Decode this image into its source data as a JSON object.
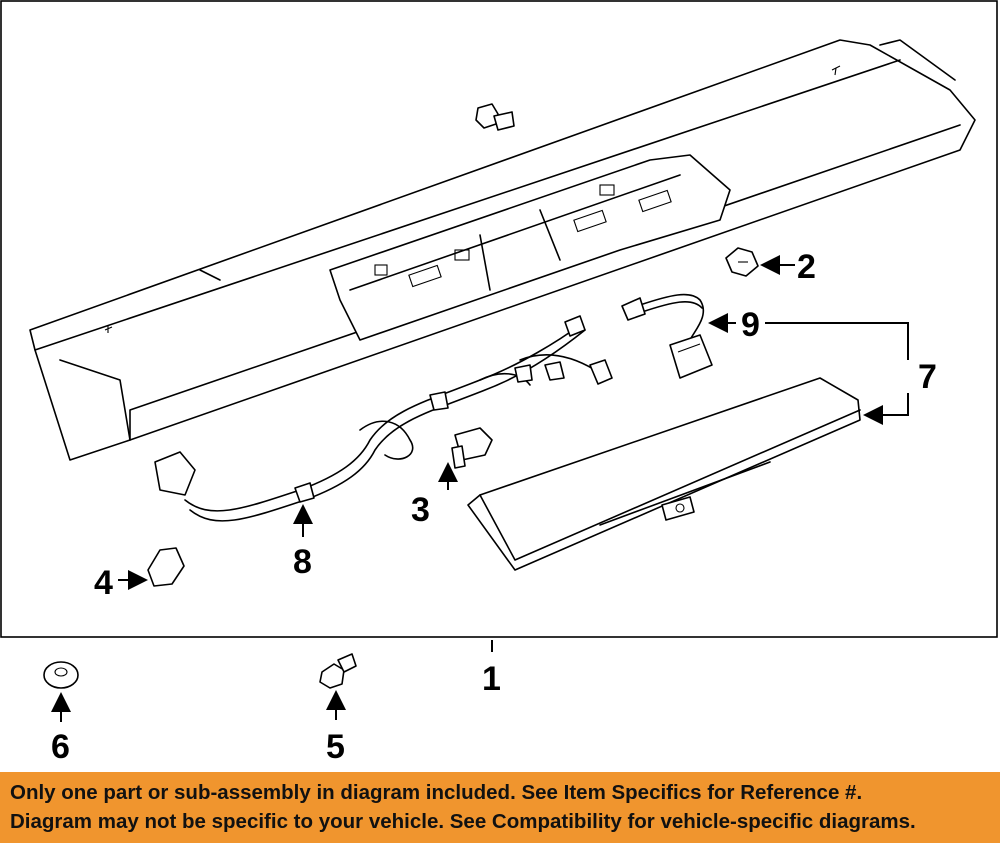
{
  "diagram": {
    "callouts": [
      {
        "id": "1",
        "label": "1"
      },
      {
        "id": "2",
        "label": "2"
      },
      {
        "id": "3",
        "label": "3"
      },
      {
        "id": "4",
        "label": "4"
      },
      {
        "id": "5",
        "label": "5"
      },
      {
        "id": "6",
        "label": "6"
      },
      {
        "id": "7",
        "label": "7"
      },
      {
        "id": "8",
        "label": "8"
      },
      {
        "id": "9",
        "label": "9"
      }
    ]
  },
  "banner": {
    "line1": "Only one part or sub-assembly in diagram included. See Item Specifics for Reference #.",
    "line2": "Diagram may not be specific to your vehicle. See Compatibility for vehicle-specific diagrams.",
    "background": "#f0952e"
  }
}
